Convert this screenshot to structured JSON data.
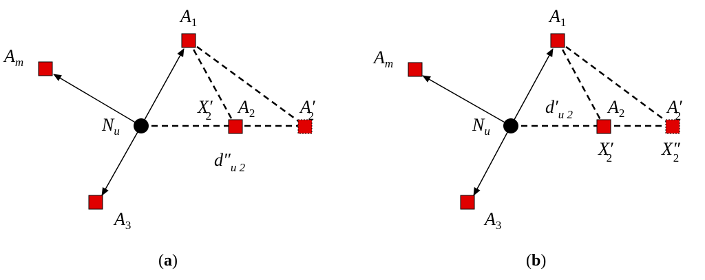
{
  "colors": {
    "anchor": "#e00000",
    "node": "#000000",
    "line": "#000000"
  },
  "panel_a": {
    "caption_open": "(",
    "caption_letter": "a",
    "caption_close": ")",
    "labels": {
      "a1": {
        "main": "A",
        "sub": "1"
      },
      "am": {
        "main": "A",
        "sub": "m"
      },
      "a3": {
        "main": "A",
        "sub": "3"
      },
      "nu": {
        "main": "N",
        "sub": "u"
      },
      "a2": {
        "main": "A",
        "sub": "2"
      },
      "a2p": {
        "main": "A′",
        "sub": "2"
      },
      "x2p": {
        "main": "X′",
        "sub": "2"
      },
      "du2": {
        "main": "d″",
        "sub": "u 2"
      }
    }
  },
  "panel_b": {
    "caption_open": "(",
    "caption_letter": "b",
    "caption_close": ")",
    "labels": {
      "a1": {
        "main": "A",
        "sub": "1"
      },
      "am": {
        "main": "A",
        "sub": "m"
      },
      "a3": {
        "main": "A",
        "sub": "3"
      },
      "nu": {
        "main": "N",
        "sub": "u"
      },
      "a2": {
        "main": "A",
        "sub": "2"
      },
      "a2p": {
        "main": "A′",
        "sub": "2"
      },
      "du2": {
        "main": "d′",
        "sub": "u 2"
      },
      "x2p": {
        "main": "X′",
        "sub": "2"
      },
      "x2pp": {
        "main": "X″",
        "sub": "2"
      }
    }
  }
}
